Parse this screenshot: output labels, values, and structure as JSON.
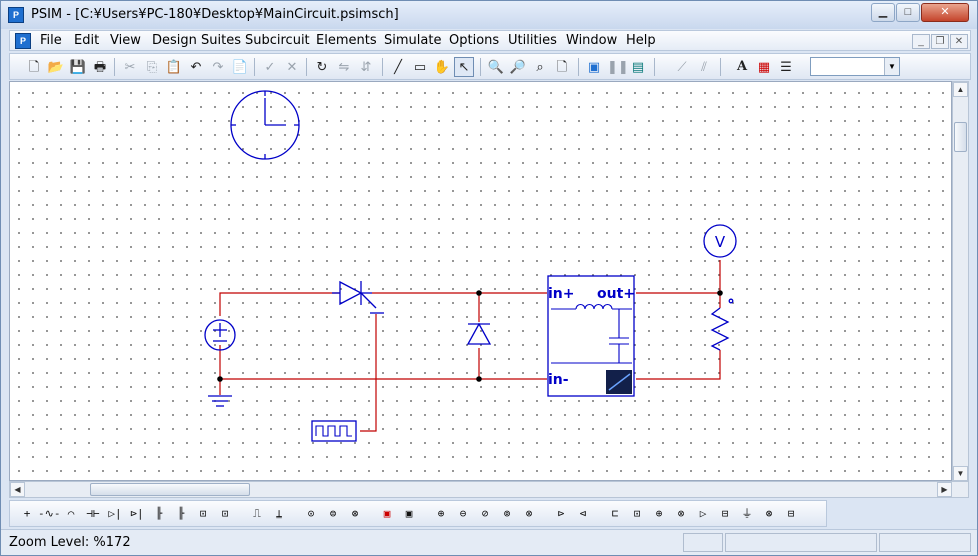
{
  "window": {
    "title": "PSIM - [C:¥Users¥PC-180¥Desktop¥MainCircuit.psimsch]",
    "app_icon_text": "P"
  },
  "menubar": {
    "items": [
      "File",
      "Edit",
      "View",
      "Design Suites",
      "Subcircuit",
      "Elements",
      "Simulate",
      "Options",
      "Utilities",
      "Window",
      "Help"
    ]
  },
  "toolbar": {
    "combo_value": ""
  },
  "canvas": {
    "block_labels": {
      "in_plus": "in+",
      "out_plus": "out+",
      "in_minus": "in-"
    },
    "voltmeter_label": "V",
    "source_symbol": "+"
  },
  "status": {
    "zoom": "Zoom Level: %172"
  },
  "colors": {
    "wire": "#c00000",
    "component": "#0000c8",
    "canvas_bg": "#ffffff",
    "chrome": "#dbe5f3"
  }
}
